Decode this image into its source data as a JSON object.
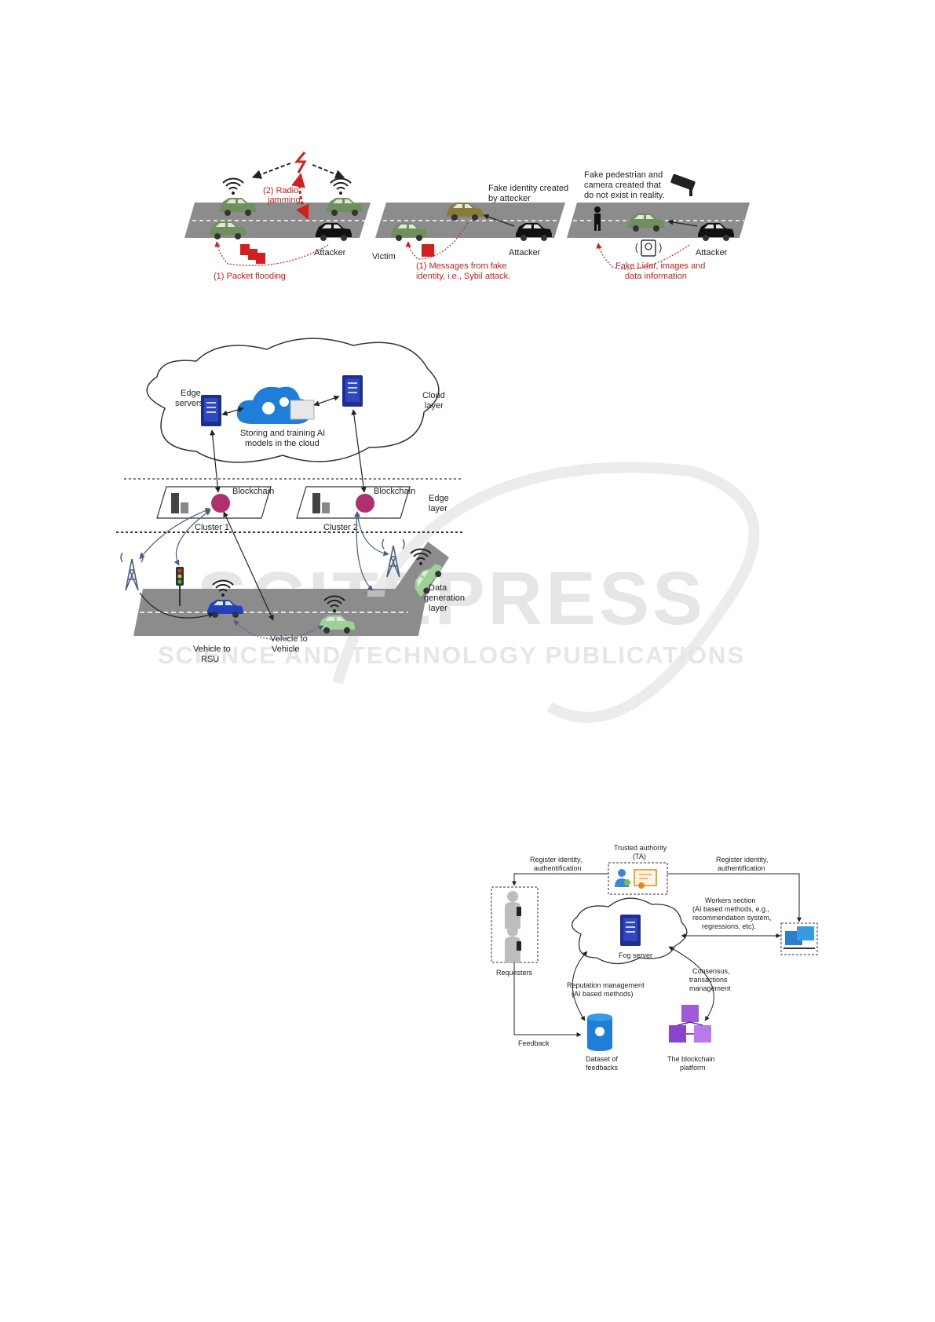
{
  "watermark": {
    "title": "SCITEPRESS",
    "subtitle": "SCIENCE AND TECHNOLOGY PUBLICATIONS"
  },
  "attacks": {
    "radio_jamming_1": "(2) Radio",
    "radio_jamming_2": "jamming",
    "attacker_1": "Attacker",
    "packet_flooding": "(1) Packet flooding",
    "fake_identity_1": "Fake identity created",
    "fake_identity_2": "by attecker",
    "victim": "Victim",
    "attacker_2": "Attacker",
    "sybil_1": "(1) Messages from fake",
    "sybil_2": "identity, i.e., Sybil attack.",
    "fake_ped_1": "Fake pedestrian and",
    "fake_ped_2": "camera created that",
    "fake_ped_3": "do not exist in reality.",
    "attacker_3": "Attacker",
    "lidar_1": "Fake Lidar, images and",
    "lidar_2": "data information"
  },
  "architecture": {
    "edge_servers_1": "Edge",
    "edge_servers_2": "servers",
    "cloud_layer_1": "Cloud",
    "cloud_layer_2": "layer",
    "storing_1": "Storing and training AI",
    "storing_2": "models in the cloud",
    "blockchain_1": "Blockchain",
    "blockchain_2": "Blockchain",
    "edge_layer_1": "Edge",
    "edge_layer_2": "layer",
    "cluster_1": "Cluster 1",
    "cluster_2": "Cluster 2",
    "data_gen_1": "Data",
    "data_gen_2": "generation",
    "data_gen_3": "layer",
    "v2v_1": "Vehicle to",
    "v2v_2": "Vehicle",
    "v2rsu_1": "Vehicle to",
    "v2rsu_2": "RSU"
  },
  "fog": {
    "ta_1": "Trusted authority",
    "ta_2": "(TA)",
    "reg_left_1": "Register identity,",
    "reg_left_2": "authentification",
    "reg_right_1": "Register identity,",
    "reg_right_2": "authentification",
    "workers_1": "Workers section",
    "workers_2": "(AI based methods, e.g.,",
    "workers_3": "recommendation system,",
    "workers_4": "regressions, etc).",
    "fog_server": "Fog server",
    "requesters": "Requesters",
    "reputation_1": "Reputation management",
    "reputation_2": "(AI based methods)",
    "consensus_1": "Consensus,",
    "consensus_2": "transactions",
    "consensus_3": "management",
    "feedback": "Feedback",
    "dataset_1": "Dataset of",
    "dataset_2": "feedbacks",
    "blockchain_platform_1": "The blockchain",
    "blockchain_platform_2": "platform"
  },
  "colors": {
    "road": "#8c8c8c",
    "car_green": "#6f8f5f",
    "server_blue": "#1f2f8f",
    "blockchain_magenta": "#b0306f",
    "alert_red": "#d21f1f"
  }
}
